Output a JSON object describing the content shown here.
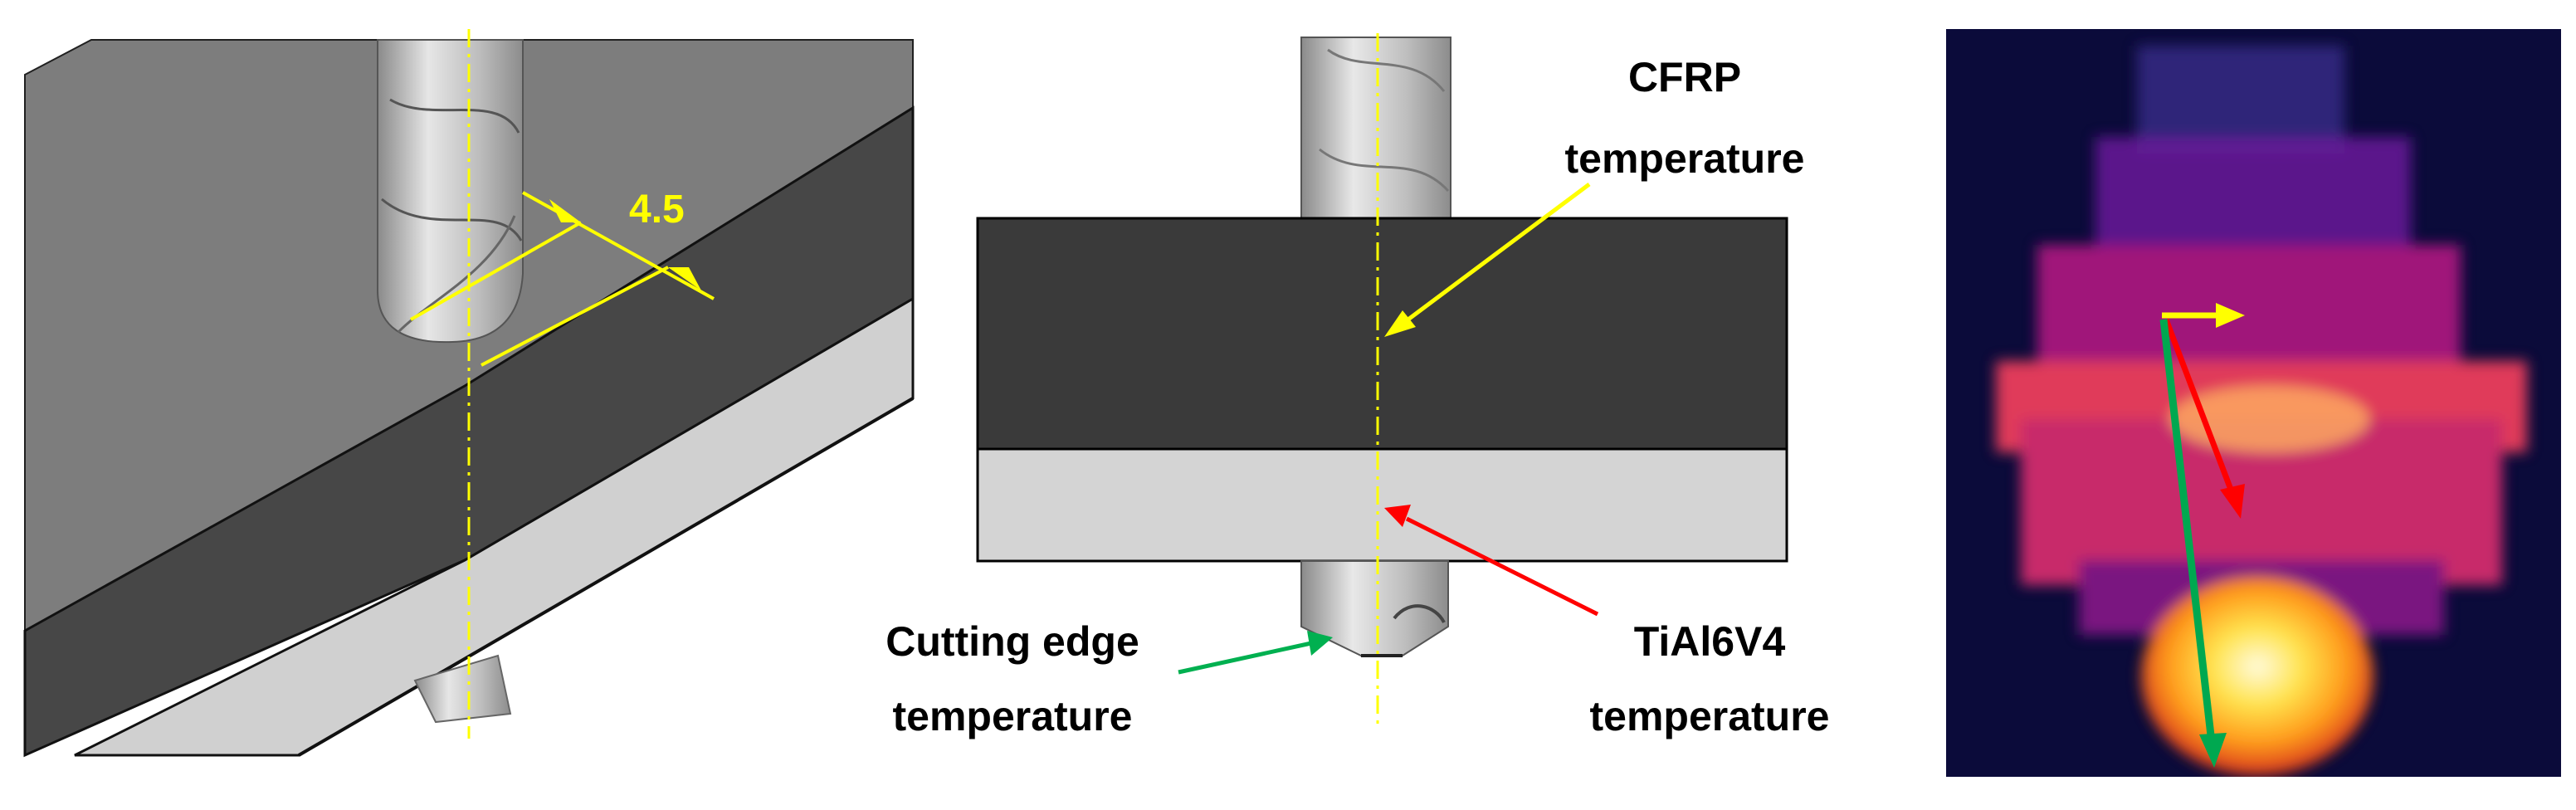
{
  "iso_view": {
    "dimension_label": "4.5",
    "colors": {
      "annotation": "#ffff00",
      "centerline": "#ffff00",
      "plate_top": "#7a7a7a",
      "plate_side": "#444444",
      "ti_layer": "#cfcfcf"
    }
  },
  "section_view": {
    "labels": {
      "cfrp_line1": "CFRP",
      "cfrp_line2": "temperature",
      "ti_line1": "TiAl6V4",
      "ti_line2": "temperature",
      "edge_line1": "Cutting edge",
      "edge_line2": "temperature"
    },
    "colors": {
      "cfrp_arrow": "#ffff00",
      "ti_arrow": "#ff0000",
      "edge_arrow": "#00b050",
      "cfrp_layer": "#3a3a3a",
      "ti_layer": "#d4d4d4"
    }
  },
  "thermal_view": {
    "colors": {
      "background": "#0b0b3a",
      "yellow_arrow": "#ffff00",
      "red_arrow": "#ff0000",
      "green_arrow": "#00a850"
    }
  }
}
